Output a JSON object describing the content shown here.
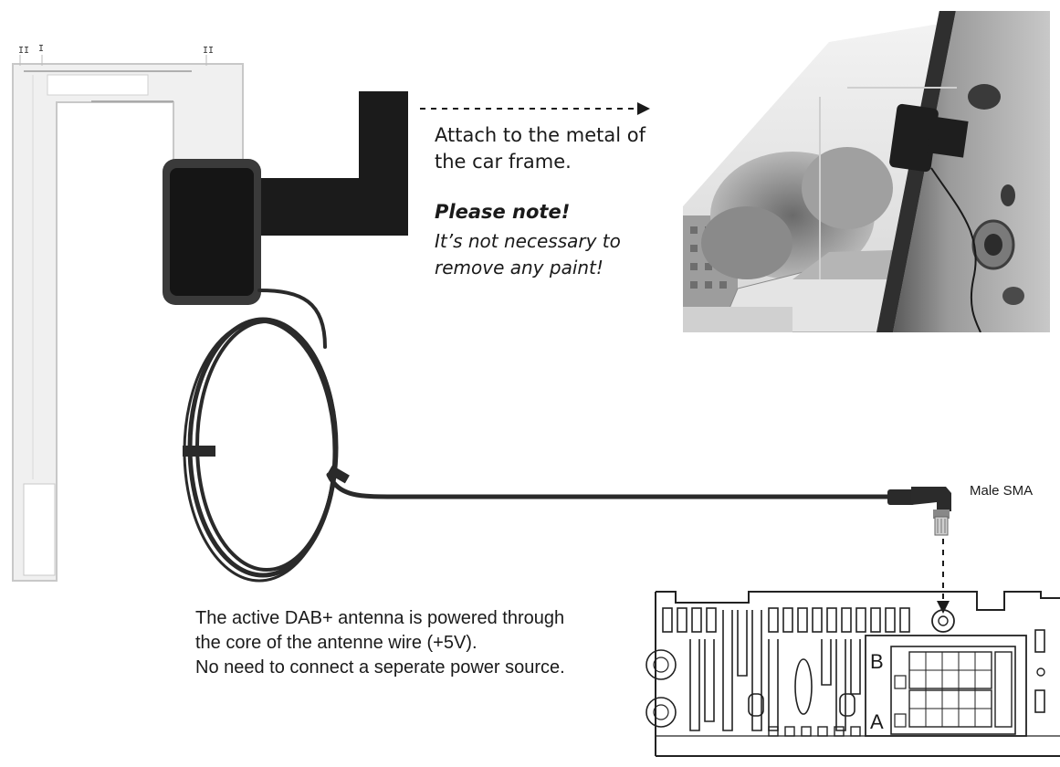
{
  "text": {
    "attach_line1": "Attach to the metal of",
    "attach_line2": "the car frame.",
    "note_title": "Please note!",
    "note_line1": "It’s not necessary to",
    "note_line2": "remove any paint!",
    "connector_label": "Male SMA",
    "power_line1": "The active DAB+ antenna is powered through",
    "power_line2": "the core of the antenne wire (+5V).",
    "power_line3": "No need to connect a seperate power source.",
    "port_b": "B",
    "port_a": "A"
  },
  "colors": {
    "antenna_black": "#1b1b1b",
    "cable": "#2a2a2a",
    "bracket_fill": "#f0f0f0",
    "bracket_stroke": "#bdbdbd",
    "radio_stroke": "#222222"
  }
}
